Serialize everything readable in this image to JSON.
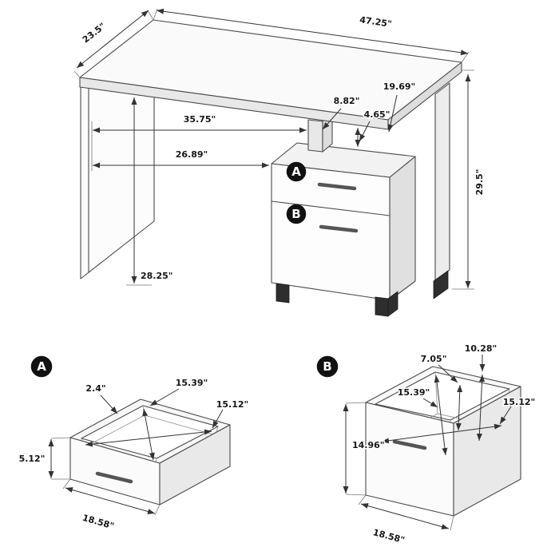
{
  "diagram": {
    "type": "furniture-dimension-diagram",
    "line_color": "#4a4a4a",
    "badge_color": "#111111",
    "desk": {
      "width": "47.25\"",
      "depth": "23.5\"",
      "height": "29.5\"",
      "opening_width_back": "35.75\"",
      "opening_width_front": "26.89\"",
      "opening_height": "28.25\"",
      "pedestal_depth": "19.69\"",
      "support_gap": "8.82\"",
      "support_width": "4.65\""
    },
    "drawer_a": {
      "badge": "A",
      "front_height": "5.12\"",
      "rim_thickness": "2.4\"",
      "interior_depth": "15.39\"",
      "interior_width": "15.12\"",
      "overall_width": "18.58\""
    },
    "drawer_b": {
      "badge": "B",
      "front_height": "14.96\"",
      "back_height_1": "7.05\"",
      "back_height_2": "10.28\"",
      "interior_depth": "15.39\"",
      "interior_width": "15.12\"",
      "overall_width": "18.58\""
    }
  }
}
